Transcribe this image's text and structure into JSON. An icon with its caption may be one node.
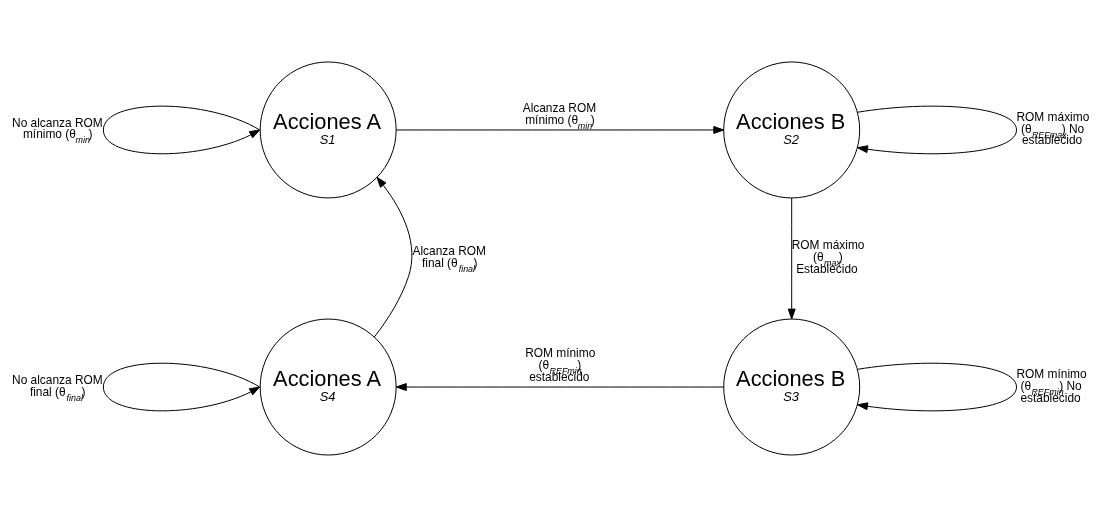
{
  "diagram": {
    "nodes": [
      {
        "text": [
          "Acciones A",
          "S1"
        ]
      },
      {
        "text": [
          "Acciones B",
          "S2"
        ]
      },
      {
        "text": [
          "Acciones B",
          "S3"
        ]
      },
      {
        "text": [
          "Acciones A",
          "S4"
        ]
      }
    ],
    "edges": [
      {
        "from": 0,
        "to": 0,
        "arrow": "to",
        "label": "No alcanza ROM mínimo (θ$_{min}$)"
      },
      {
        "from": 0,
        "to": 1,
        "arrow": "to",
        "label": "Alcanza ROM mínimo (θ$_{min}$)"
      },
      {
        "from": 1,
        "to": 1,
        "arrow": "to",
        "label": "ROM máximo (θ$_{REFmax}$) No establecido"
      },
      {
        "from": 1,
        "to": 2,
        "arrow": "to",
        "label": "ROM máximo (θ$_{max}$) Establecido"
      },
      {
        "from": 2,
        "to": 2,
        "arrow": "to",
        "label": "ROM mínimo (θ$_{REFmin}$) No establecido"
      },
      {
        "from": 2,
        "to": 3,
        "arrow": "to",
        "label": "ROM mínimo (θ$_{REFmin}$) establecido"
      },
      {
        "from": 3,
        "to": 3,
        "arrow": "to",
        "label": "No alcanza ROM final (θ$_{final}$)"
      },
      {
        "from": 3,
        "to": 0,
        "arrow": "to",
        "label": "Alcanza ROM final (θ$_{final}$)"
      }
    ]
  }
}
